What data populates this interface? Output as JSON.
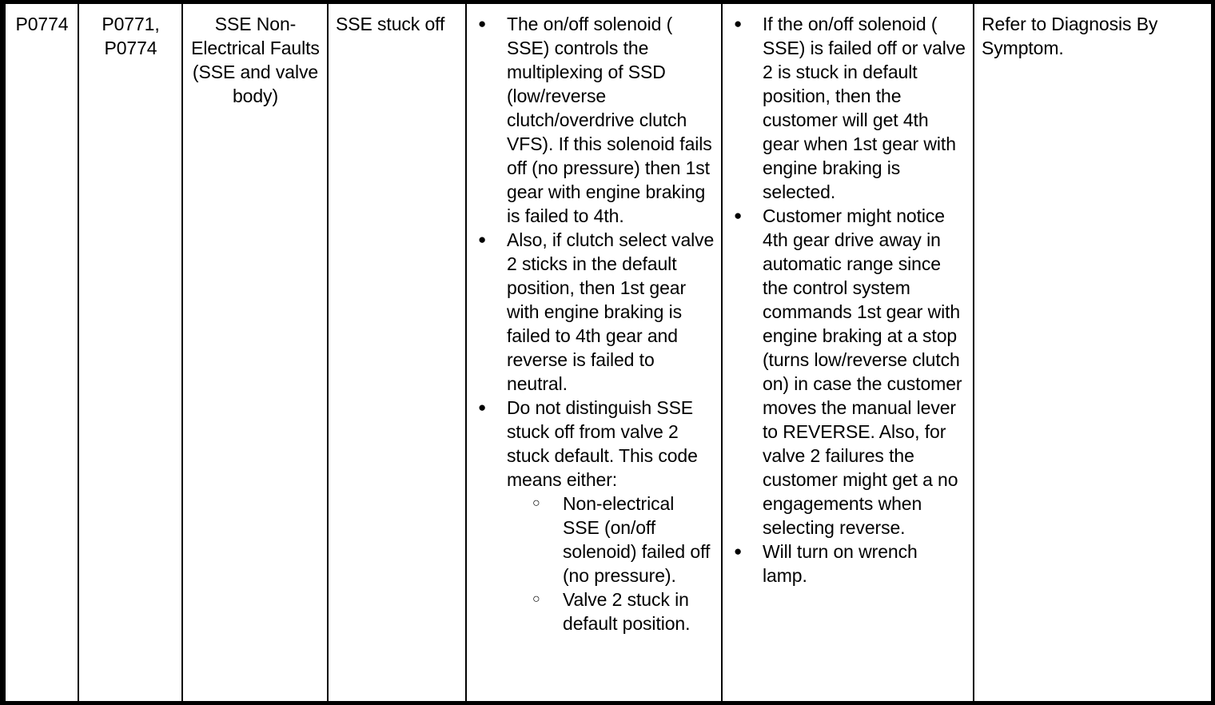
{
  "document": {
    "type": "dtc-diagnostic-table",
    "row_count": 1,
    "column_count": 7
  },
  "row": {
    "dtc_code": "P0774",
    "related_codes": "P0771,\nP0774",
    "fault_name": "SSE Non-Electrical Faults (SSE and valve body)",
    "condition": "SSE stuck off",
    "description": {
      "bullets": [
        {
          "text": "The on/off solenoid ( SSE) controls the multiplexing of SSD (low/reverse clutch/overdrive clutch VFS). If this solenoid fails off (no pressure) then 1st gear with engine braking is failed to 4th.",
          "sub_bullets": []
        },
        {
          "text": "Also, if clutch select valve 2 sticks in the default position, then 1st gear with engine braking is failed to 4th gear and reverse is failed to neutral.",
          "sub_bullets": []
        },
        {
          "text": "Do not distinguish SSE stuck off from valve 2 stuck default. This code means either:",
          "sub_bullets": [
            "Non-electrical SSE (on/off solenoid) failed off (no pressure).",
            "Valve 2 stuck in default position."
          ]
        }
      ]
    },
    "symptoms": {
      "bullets": [
        {
          "text": "If the on/off solenoid ( SSE) is failed off or valve 2 is stuck in default position, then the customer will get 4th gear when 1st gear with engine braking is selected.",
          "sub_bullets": []
        },
        {
          "text": "Customer might notice 4th gear drive away in automatic range since the control system commands 1st gear with engine braking at a stop (turns low/reverse clutch on) in case the customer moves the manual lever to REVERSE. Also, for valve 2 failures the customer might get a no engagements when selecting reverse.",
          "sub_bullets": []
        },
        {
          "text": "Will turn on wrench lamp.",
          "sub_bullets": []
        }
      ]
    },
    "action": "Refer to Diagnosis By Symptom."
  },
  "colors": {
    "border": "#000000",
    "background": "#ffffff",
    "text": "#000000"
  }
}
